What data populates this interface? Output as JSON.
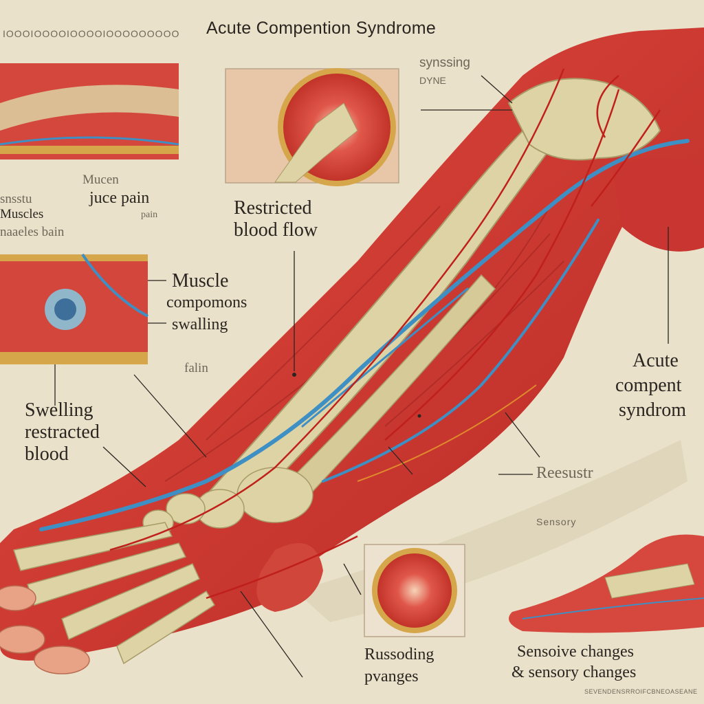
{
  "title": "Acute Compention Syndrome",
  "labels": {
    "top_left_strip": "IOOOIOOOOIOOOOIOOOOOOOOO",
    "top_mid_faint": "synssing",
    "top_mid_faint2": "DYNE",
    "muced": "Mucen",
    "juce_pain": "juce pain",
    "muscles_line1": "snsstu",
    "muscles_line2": "Muscles",
    "muscles_pain": "naaeles bain",
    "pain_right": "pain",
    "restricted_line1": "Restricted",
    "restricted_line2": "blood flow",
    "muscle_line1": "Muscle",
    "muscle_line2": "compomons",
    "muscle_line3": "swalling",
    "falin": "falin",
    "swelling": "Swelling",
    "restricted2": "restracted",
    "blood2": "blood",
    "acute_right_1": "Acute",
    "acute_right_2": "compent",
    "acute_right_3": "syndrom",
    "reseust": "Reesustr",
    "sensory_top": "Sensory",
    "resseding_1": "Russoding",
    "resseding_2": "pvanges",
    "sensoive_1": "Sensoive changes",
    "sensoive_2": "& sensory changes",
    "bottom_strip": "SEVENDENSRROIFCBNEOASEANE"
  },
  "colors": {
    "background": "#e9e1c9",
    "muscle": "#d8423a",
    "muscle_dark": "#b02b26",
    "bone": "#ddd3a4",
    "vein": "#3e8fc4",
    "artery": "#c0201c",
    "frame_gold": "#d6a64a"
  }
}
